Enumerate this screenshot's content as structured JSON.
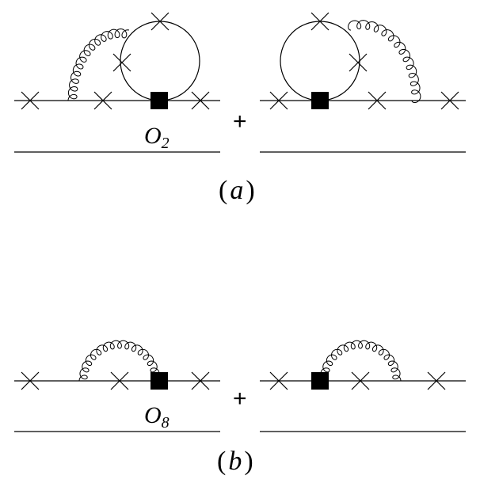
{
  "diagram": {
    "plus_sign": "+",
    "panel_a": {
      "operator": {
        "letter": "O",
        "subscript": "2"
      },
      "caption": {
        "open": "(",
        "letter": "a",
        "close": ")"
      }
    },
    "panel_b": {
      "operator": {
        "letter": "O",
        "subscript": "8"
      },
      "caption": {
        "open": "(",
        "letter": "b",
        "close": ")"
      }
    }
  }
}
